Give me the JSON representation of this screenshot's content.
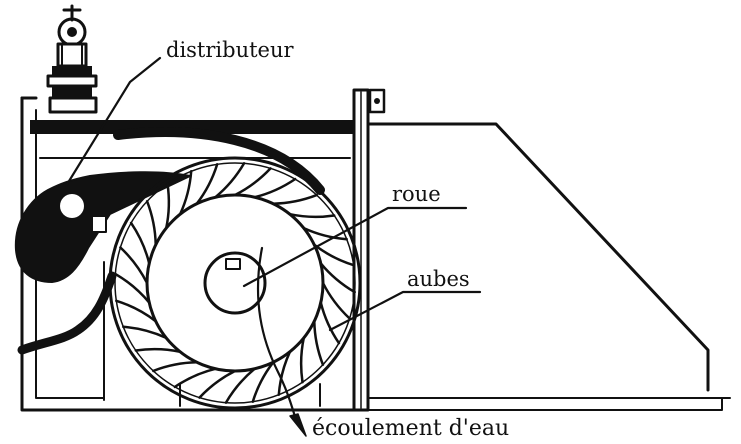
{
  "labels": {
    "distributeur": "distributeur",
    "roue": "roue",
    "aubes": "aubes",
    "ecoulement": "écoulement d'eau"
  },
  "colors": {
    "ink": "#111111",
    "background": "#ffffff"
  },
  "runner": {
    "blade_count": 28
  }
}
